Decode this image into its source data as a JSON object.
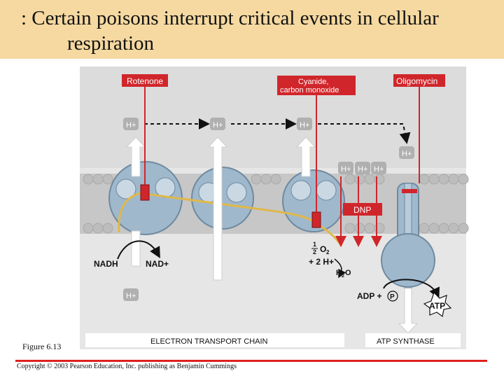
{
  "title": {
    "line1": ": Certain poisons interrupt critical events in cellular",
    "line2": "respiration"
  },
  "figure_label": "Figure 6.13",
  "copyright": "Copyright © 2003 Pearson Education, Inc. publishing as Benjamin Cummings",
  "inhibitors": {
    "rotenone": "Rotenone",
    "cyanide_line1": "Cyanide,",
    "cyanide_line2": "carbon monoxide",
    "oligomycin": "Oligomycin",
    "dnp": "DNP"
  },
  "labels": {
    "h_plus": "H+",
    "nadh": "NADH",
    "nad_plus": "NAD+",
    "half": "1",
    "two": "2",
    "o2": "O",
    "o2_sub": "2",
    "two_h": "+ 2 H+",
    "h2o": "H",
    "h2o_sub": "2",
    "h2o_o": "O",
    "adp": "ADP +",
    "p": "P",
    "atp": "ATP",
    "etc": "ELECTRON TRANSPORT CHAIN",
    "atp_synthase": "ATP SYNTHASE"
  },
  "colors": {
    "title_band": "#f5d9a0",
    "panel": "#e6e6e6",
    "membrane": "#b9b9b9",
    "protein": "#9fb8cc",
    "inhibitor_red": "#d0262b",
    "dnp_fill": "#d0262b",
    "electron_path": "#e0b84a"
  }
}
